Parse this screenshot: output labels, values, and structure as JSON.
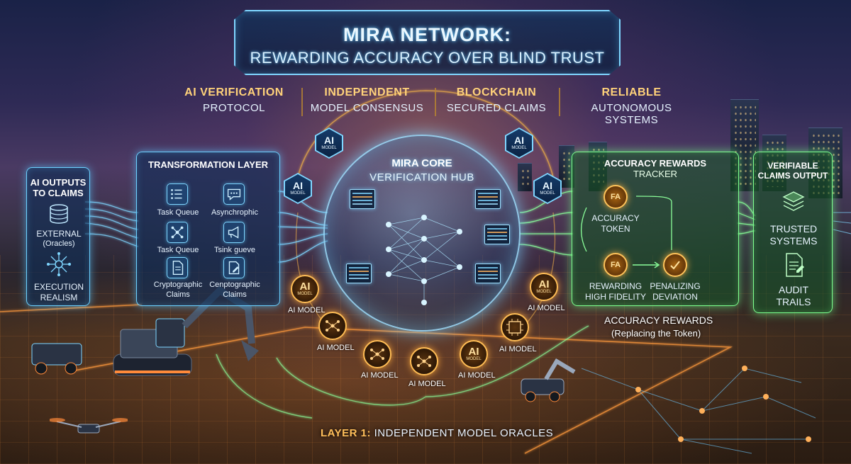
{
  "title": {
    "main": "MIRA NETWORK:",
    "sub": "REWARDING ACCURACY OVER BLIND TRUST"
  },
  "pillars": [
    {
      "line1": "AI VERIFICATION",
      "line2": "PROTOCOL"
    },
    {
      "line1": "INDEPENDENT",
      "line2": "MODEL CONSENSUS"
    },
    {
      "line1": "BLOCKCHAIN",
      "line2": "SECURED CLAIMS"
    },
    {
      "line1": "RELIABLE",
      "line2": "AUTONOMOUS SYSTEMS"
    }
  ],
  "outputs_panel": {
    "title_1": "AI OUTPUTS",
    "title_2": "TO CLAIMS",
    "item1_1": "EXTERNAL",
    "item1_2": "(Oracles)",
    "item2_1": "EXECUTION",
    "item2_2": "REALISM"
  },
  "transformation_panel": {
    "title": "TRANSFORMATION LAYER",
    "items": [
      {
        "label": "Task Queue",
        "icon": "list-icon"
      },
      {
        "label": "Asynchrophic",
        "icon": "chat-icon"
      },
      {
        "label": "Task Queue",
        "icon": "network-icon"
      },
      {
        "label": "Tsink gueve",
        "icon": "megaphone-icon"
      },
      {
        "label": "Cryptographic Claims",
        "line1": "Cryptographic",
        "line2": "Claims",
        "icon": "document-icon"
      },
      {
        "label": "Cenptographic Claims",
        "line1": "Cenptographic",
        "line2": "Claims",
        "icon": "edit-icon"
      }
    ]
  },
  "core": {
    "title": "MIRA CORE",
    "subtitle": "VERIFICATION HUB"
  },
  "ai_model_hex": {
    "big": "AI",
    "small": "MODEL"
  },
  "ai_model_label": "AI MODEL",
  "accuracy_panel": {
    "title_1": "ACCURACY REWARDS",
    "title_2": "TRACKER",
    "coin_text": "FA",
    "token_1": "ACCURACY",
    "token_2": "TOKEN",
    "reward_1": "REWARDING",
    "reward_2": "HIGH FIDELITY",
    "penalty_1": "PENALIZING",
    "penalty_2": "DEVIATION"
  },
  "claims_output_panel": {
    "title_1": "VERIFIABLE",
    "title_2": "CLAIMS OUTPUT",
    "item1_1": "TRUSTED",
    "item1_2": "SYSTEMS",
    "item2_1": "AUDIT",
    "item2_2": "TRAILS"
  },
  "rewards_note": {
    "line1": "ACCURACY REWARDS",
    "line2": "(Replacing the Token)"
  },
  "layer1": {
    "prefix": "LAYER 1:",
    "text": " INDEPENDENT MODEL ORACLES"
  },
  "colors": {
    "cyan": "#6cd1ff",
    "green": "#7dff8e",
    "gold": "#ffc35a"
  }
}
